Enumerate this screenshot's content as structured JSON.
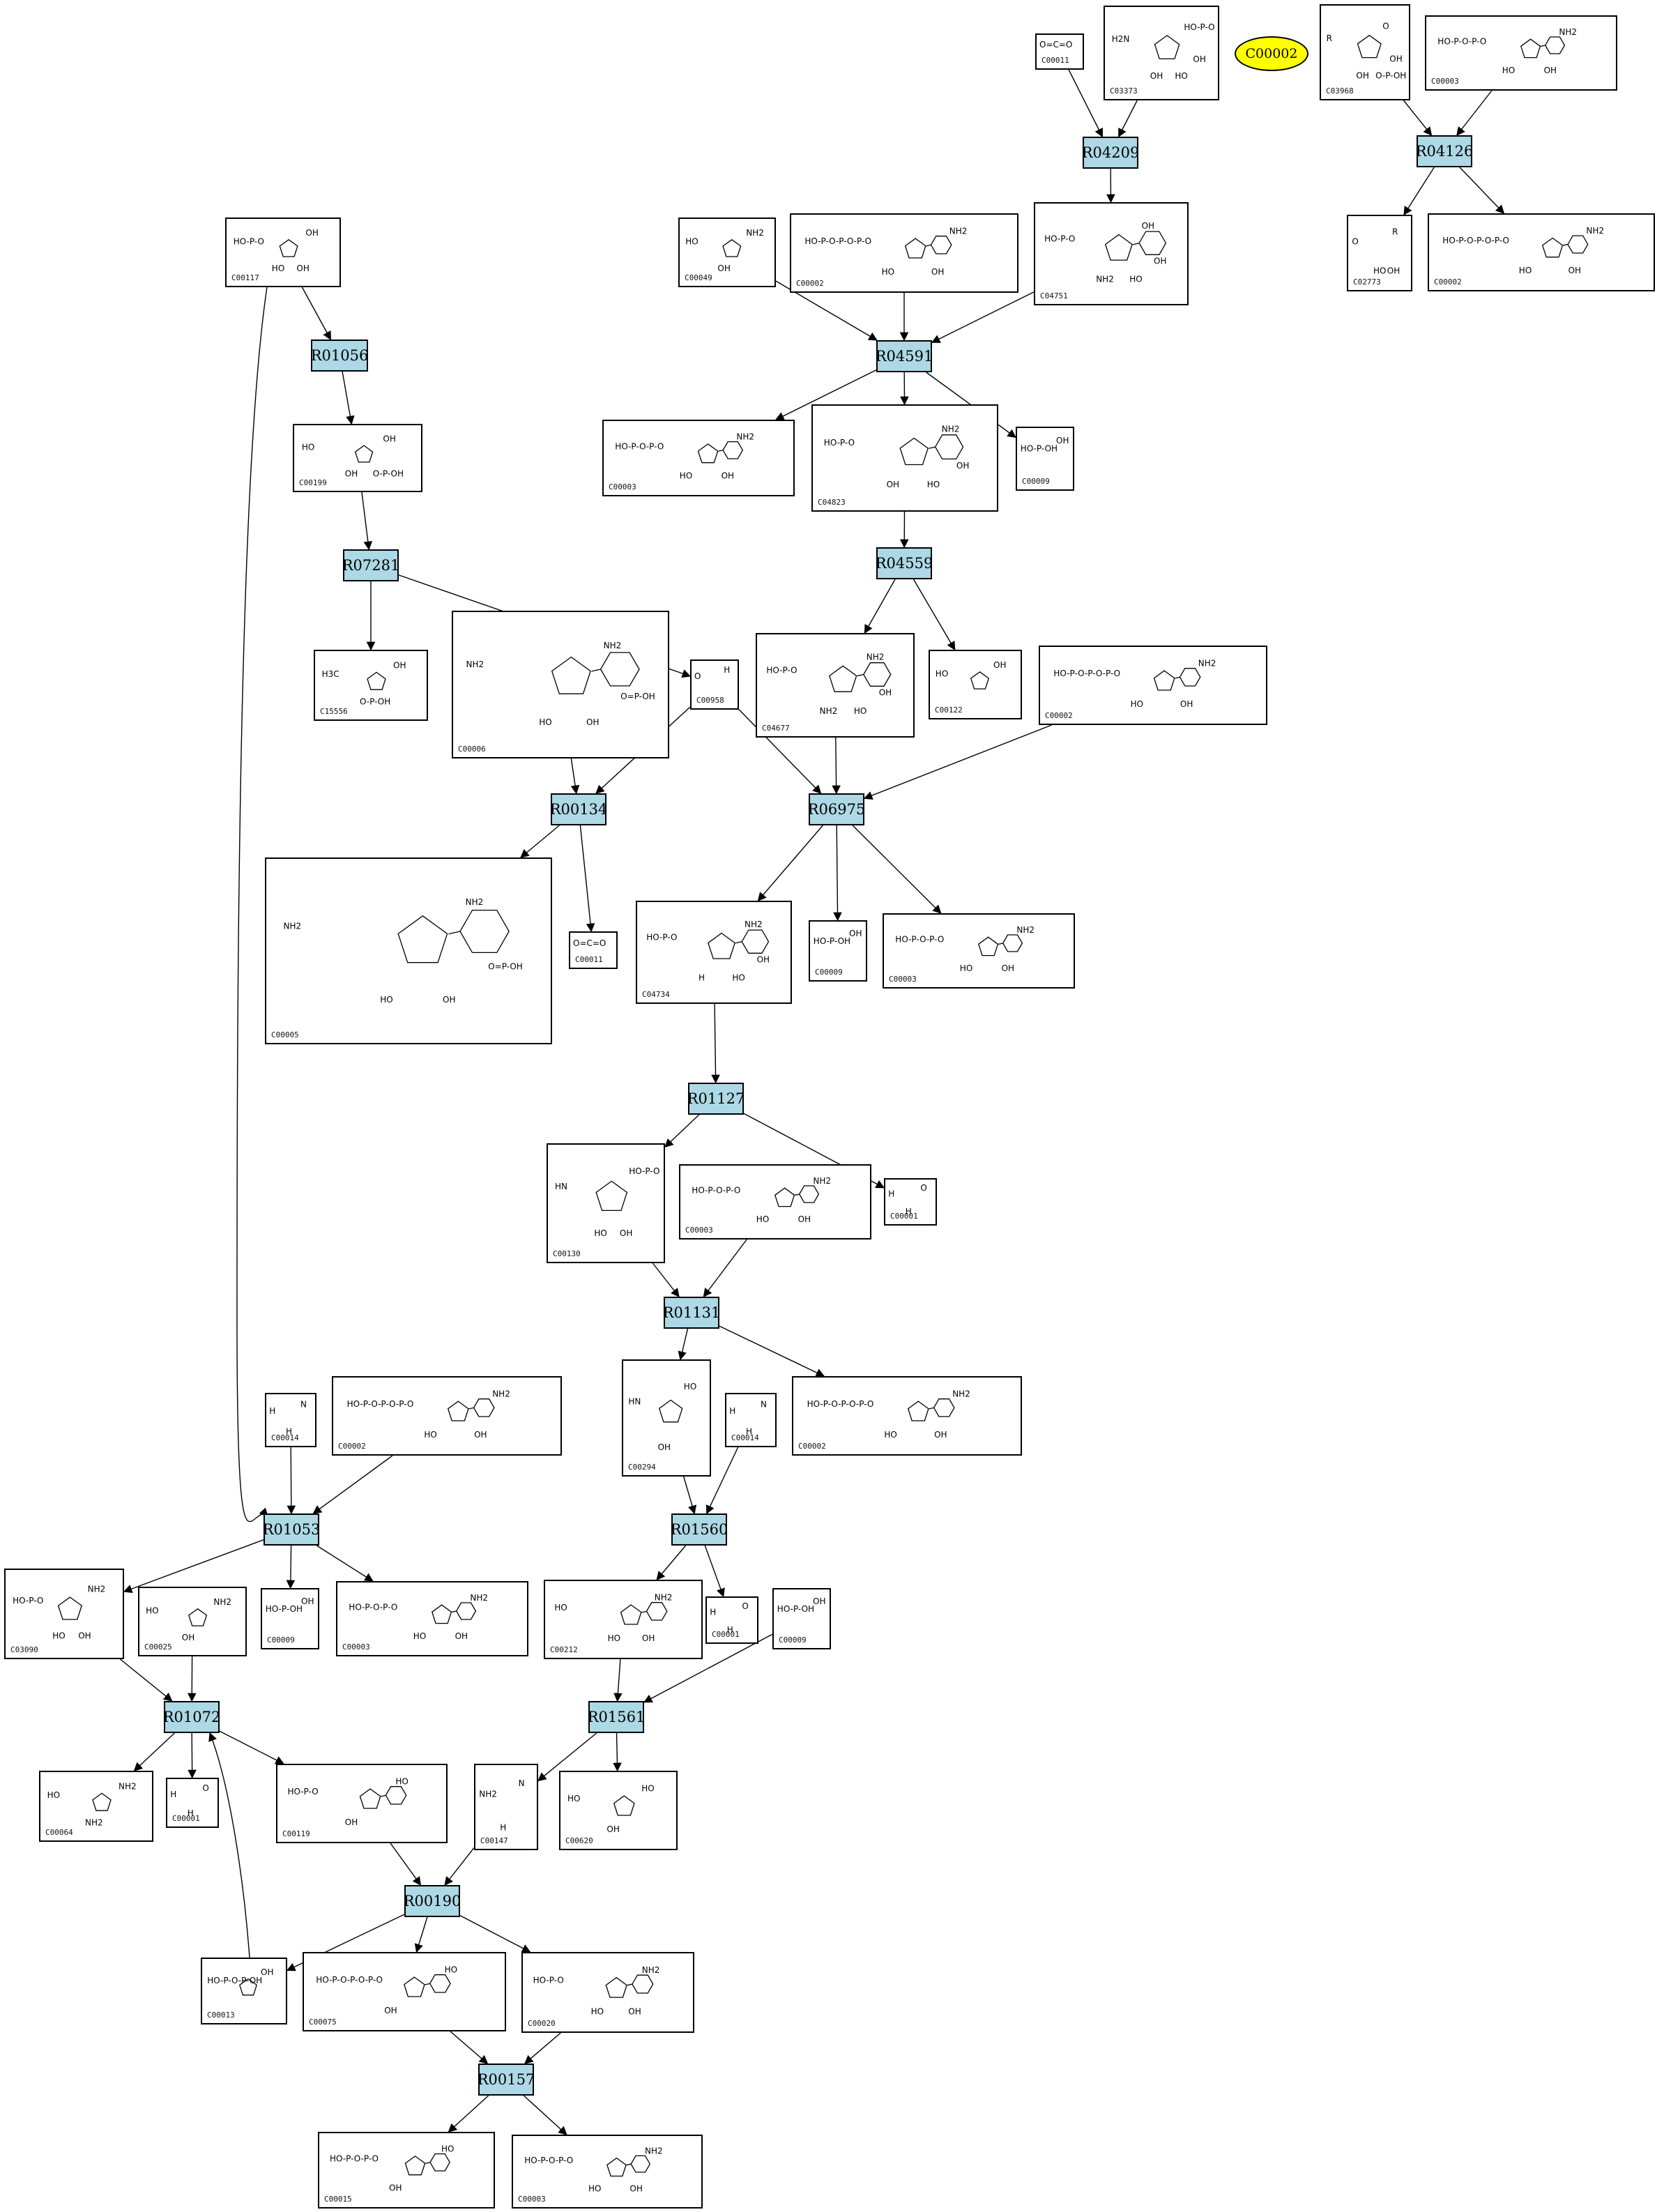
{
  "highlight": "C00002",
  "colors": {
    "reaction_fill": "#add8e6",
    "highlight_fill": "#ffff00",
    "edge": "#000000"
  },
  "reactions": [
    "R04209",
    "R04126",
    "R01056",
    "R04591",
    "R07281",
    "R04559",
    "R00134",
    "R06975",
    "R01127",
    "R01131",
    "R01053",
    "R01560",
    "R01072",
    "R01561",
    "R00190",
    "R00157"
  ],
  "compounds": [
    {
      "id": "C00011",
      "structure_text": [
        "O=C=O"
      ]
    },
    {
      "id": "C03373",
      "structure_text": [
        "H2N",
        "HO-P-O",
        "OH",
        "HO",
        "OH"
      ]
    },
    {
      "id": "C03968",
      "structure_text": [
        "R",
        "O",
        "OH",
        "O-P-OH",
        "OH"
      ]
    },
    {
      "id": "C00003",
      "structure_text": [
        "HO-P-O-P-O",
        "NH2",
        "HO",
        "OH"
      ]
    },
    {
      "id": "C02773",
      "structure_text": [
        "O",
        "R",
        "HO",
        "OH"
      ]
    },
    {
      "id": "C00002",
      "structure_text": [
        "HO-P-O-P-O-P-O",
        "NH2",
        "HO",
        "OH"
      ]
    },
    {
      "id": "C00117",
      "structure_text": [
        "HO-P-O",
        "OH",
        "HO",
        "OH"
      ]
    },
    {
      "id": "C00049",
      "structure_text": [
        "HO",
        "NH2",
        "OH"
      ]
    },
    {
      "id": "C04751",
      "structure_text": [
        "HO-P-O",
        "OH",
        "NH2",
        "HO",
        "OH"
      ]
    },
    {
      "id": "C00199",
      "structure_text": [
        "HO",
        "OH",
        "OH",
        "O-P-OH"
      ]
    },
    {
      "id": "C04823",
      "structure_text": [
        "HO-P-O",
        "NH2",
        "OH",
        "HO",
        "OH"
      ]
    },
    {
      "id": "C00009",
      "structure_text": [
        "HO-P-OH",
        "OH"
      ]
    },
    {
      "id": "C15556",
      "structure_text": [
        "H3C",
        "OH",
        "O-P-OH"
      ]
    },
    {
      "id": "C00006",
      "structure_text": [
        "NH2",
        "NH2",
        "HO",
        "OH",
        "O=P-OH"
      ]
    },
    {
      "id": "C00958",
      "structure_text": [
        "O",
        "H"
      ]
    },
    {
      "id": "C04677",
      "structure_text": [
        "HO-P-O",
        "NH2",
        "NH2",
        "HO",
        "OH"
      ]
    },
    {
      "id": "C00122",
      "structure_text": [
        "HO",
        "OH"
      ]
    },
    {
      "id": "C00005",
      "structure_text": [
        "NH2",
        "NH2",
        "HO",
        "OH",
        "O=P-OH"
      ]
    },
    {
      "id": "C04734",
      "structure_text": [
        "HO-P-O",
        "NH2",
        "H",
        "HO",
        "OH"
      ]
    },
    {
      "id": "C00001",
      "structure_text": [
        "H",
        "O",
        "H"
      ]
    },
    {
      "id": "C00130",
      "structure_text": [
        "HN",
        "HO-P-O",
        "HO",
        "OH"
      ]
    },
    {
      "id": "C00294",
      "structure_text": [
        "HN",
        "HO",
        "OH"
      ]
    },
    {
      "id": "C00014",
      "structure_text": [
        "H",
        "N",
        "H"
      ]
    },
    {
      "id": "C03090",
      "structure_text": [
        "HO-P-O",
        "NH2",
        "HO",
        "OH"
      ]
    },
    {
      "id": "C00025",
      "structure_text": [
        "HO",
        "NH2",
        "OH"
      ]
    },
    {
      "id": "C00212",
      "structure_text": [
        "HO",
        "NH2",
        "HO",
        "OH"
      ]
    },
    {
      "id": "C00064",
      "structure_text": [
        "HO",
        "NH2",
        "NH2"
      ]
    },
    {
      "id": "C00119",
      "structure_text": [
        "HO-P-O",
        "HO",
        "OH"
      ]
    },
    {
      "id": "C00147",
      "structure_text": [
        "NH2",
        "N",
        "H"
      ]
    },
    {
      "id": "C00620",
      "structure_text": [
        "HO",
        "HO",
        "OH"
      ]
    },
    {
      "id": "C00013",
      "structure_text": [
        "HO-P-O-P-OH",
        "OH"
      ]
    },
    {
      "id": "C00075",
      "structure_text": [
        "HO-P-O-P-O-P-O",
        "HO",
        "OH"
      ]
    },
    {
      "id": "C00020",
      "structure_text": [
        "HO-P-O",
        "NH2",
        "HO",
        "OH"
      ]
    },
    {
      "id": "C00015",
      "structure_text": [
        "HO-P-O-P-O",
        "HO",
        "OH"
      ]
    }
  ],
  "edges": [
    [
      "C00011",
      "R04209"
    ],
    [
      "C03373",
      "R04209"
    ],
    [
      "R04209",
      "C04751"
    ],
    [
      "C03968",
      "R04126"
    ],
    [
      "C00003",
      "R04126"
    ],
    [
      "R04126",
      "C02773"
    ],
    [
      "R04126",
      "C00002"
    ],
    [
      "C00117",
      "R01056"
    ],
    [
      "R01056",
      "C00199"
    ],
    [
      "C00049",
      "R04591"
    ],
    [
      "C00002",
      "R04591"
    ],
    [
      "C04751",
      "R04591"
    ],
    [
      "R04591",
      "C00003"
    ],
    [
      "R04591",
      "C04823"
    ],
    [
      "R04591",
      "C00009"
    ],
    [
      "C00199",
      "R07281"
    ],
    [
      "R07281",
      "C15556"
    ],
    [
      "R07281",
      "C00958"
    ],
    [
      "C04823",
      "R04559"
    ],
    [
      "R04559",
      "C04677"
    ],
    [
      "R04559",
      "C00122"
    ],
    [
      "C00006",
      "R00134"
    ],
    [
      "C00958",
      "R00134"
    ],
    [
      "R00134",
      "C00005"
    ],
    [
      "R00134",
      "C00011"
    ],
    [
      "C00958",
      "R06975"
    ],
    [
      "C04677",
      "R06975"
    ],
    [
      "C00002",
      "R06975"
    ],
    [
      "R06975",
      "C04734"
    ],
    [
      "R06975",
      "C00009"
    ],
    [
      "R06975",
      "C00003"
    ],
    [
      "C04734",
      "R01127"
    ],
    [
      "R01127",
      "C00130"
    ],
    [
      "R01127",
      "C00001"
    ],
    [
      "C00130",
      "R01131"
    ],
    [
      "C00003",
      "R01131"
    ],
    [
      "R01131",
      "C00294"
    ],
    [
      "R01131",
      "C00002"
    ],
    [
      "C00117",
      "R01053"
    ],
    [
      "C00014",
      "R01053"
    ],
    [
      "C00002",
      "R01053"
    ],
    [
      "R01053",
      "C03090"
    ],
    [
      "R01053",
      "C00009"
    ],
    [
      "R01053",
      "C00003"
    ],
    [
      "C00294",
      "R01560"
    ],
    [
      "C00014",
      "R01560"
    ],
    [
      "R01560",
      "C00212"
    ],
    [
      "R01560",
      "C00001"
    ],
    [
      "C03090",
      "R01072"
    ],
    [
      "C00025",
      "R01072"
    ],
    [
      "C00013",
      "R01072"
    ],
    [
      "R01072",
      "C00064"
    ],
    [
      "R01072",
      "C00001"
    ],
    [
      "R01072",
      "C00119"
    ],
    [
      "C00212",
      "R01561"
    ],
    [
      "C00009",
      "R01561"
    ],
    [
      "R01561",
      "C00147"
    ],
    [
      "R01561",
      "C00620"
    ],
    [
      "C00119",
      "R00190"
    ],
    [
      "C00147",
      "R00190"
    ],
    [
      "R00190",
      "C00013"
    ],
    [
      "R00190",
      "C00075"
    ],
    [
      "R00190",
      "C00020"
    ],
    [
      "C00075",
      "R00157"
    ],
    [
      "C00020",
      "R00157"
    ],
    [
      "R00157",
      "C00015"
    ],
    [
      "R00157",
      "C00003"
    ]
  ]
}
